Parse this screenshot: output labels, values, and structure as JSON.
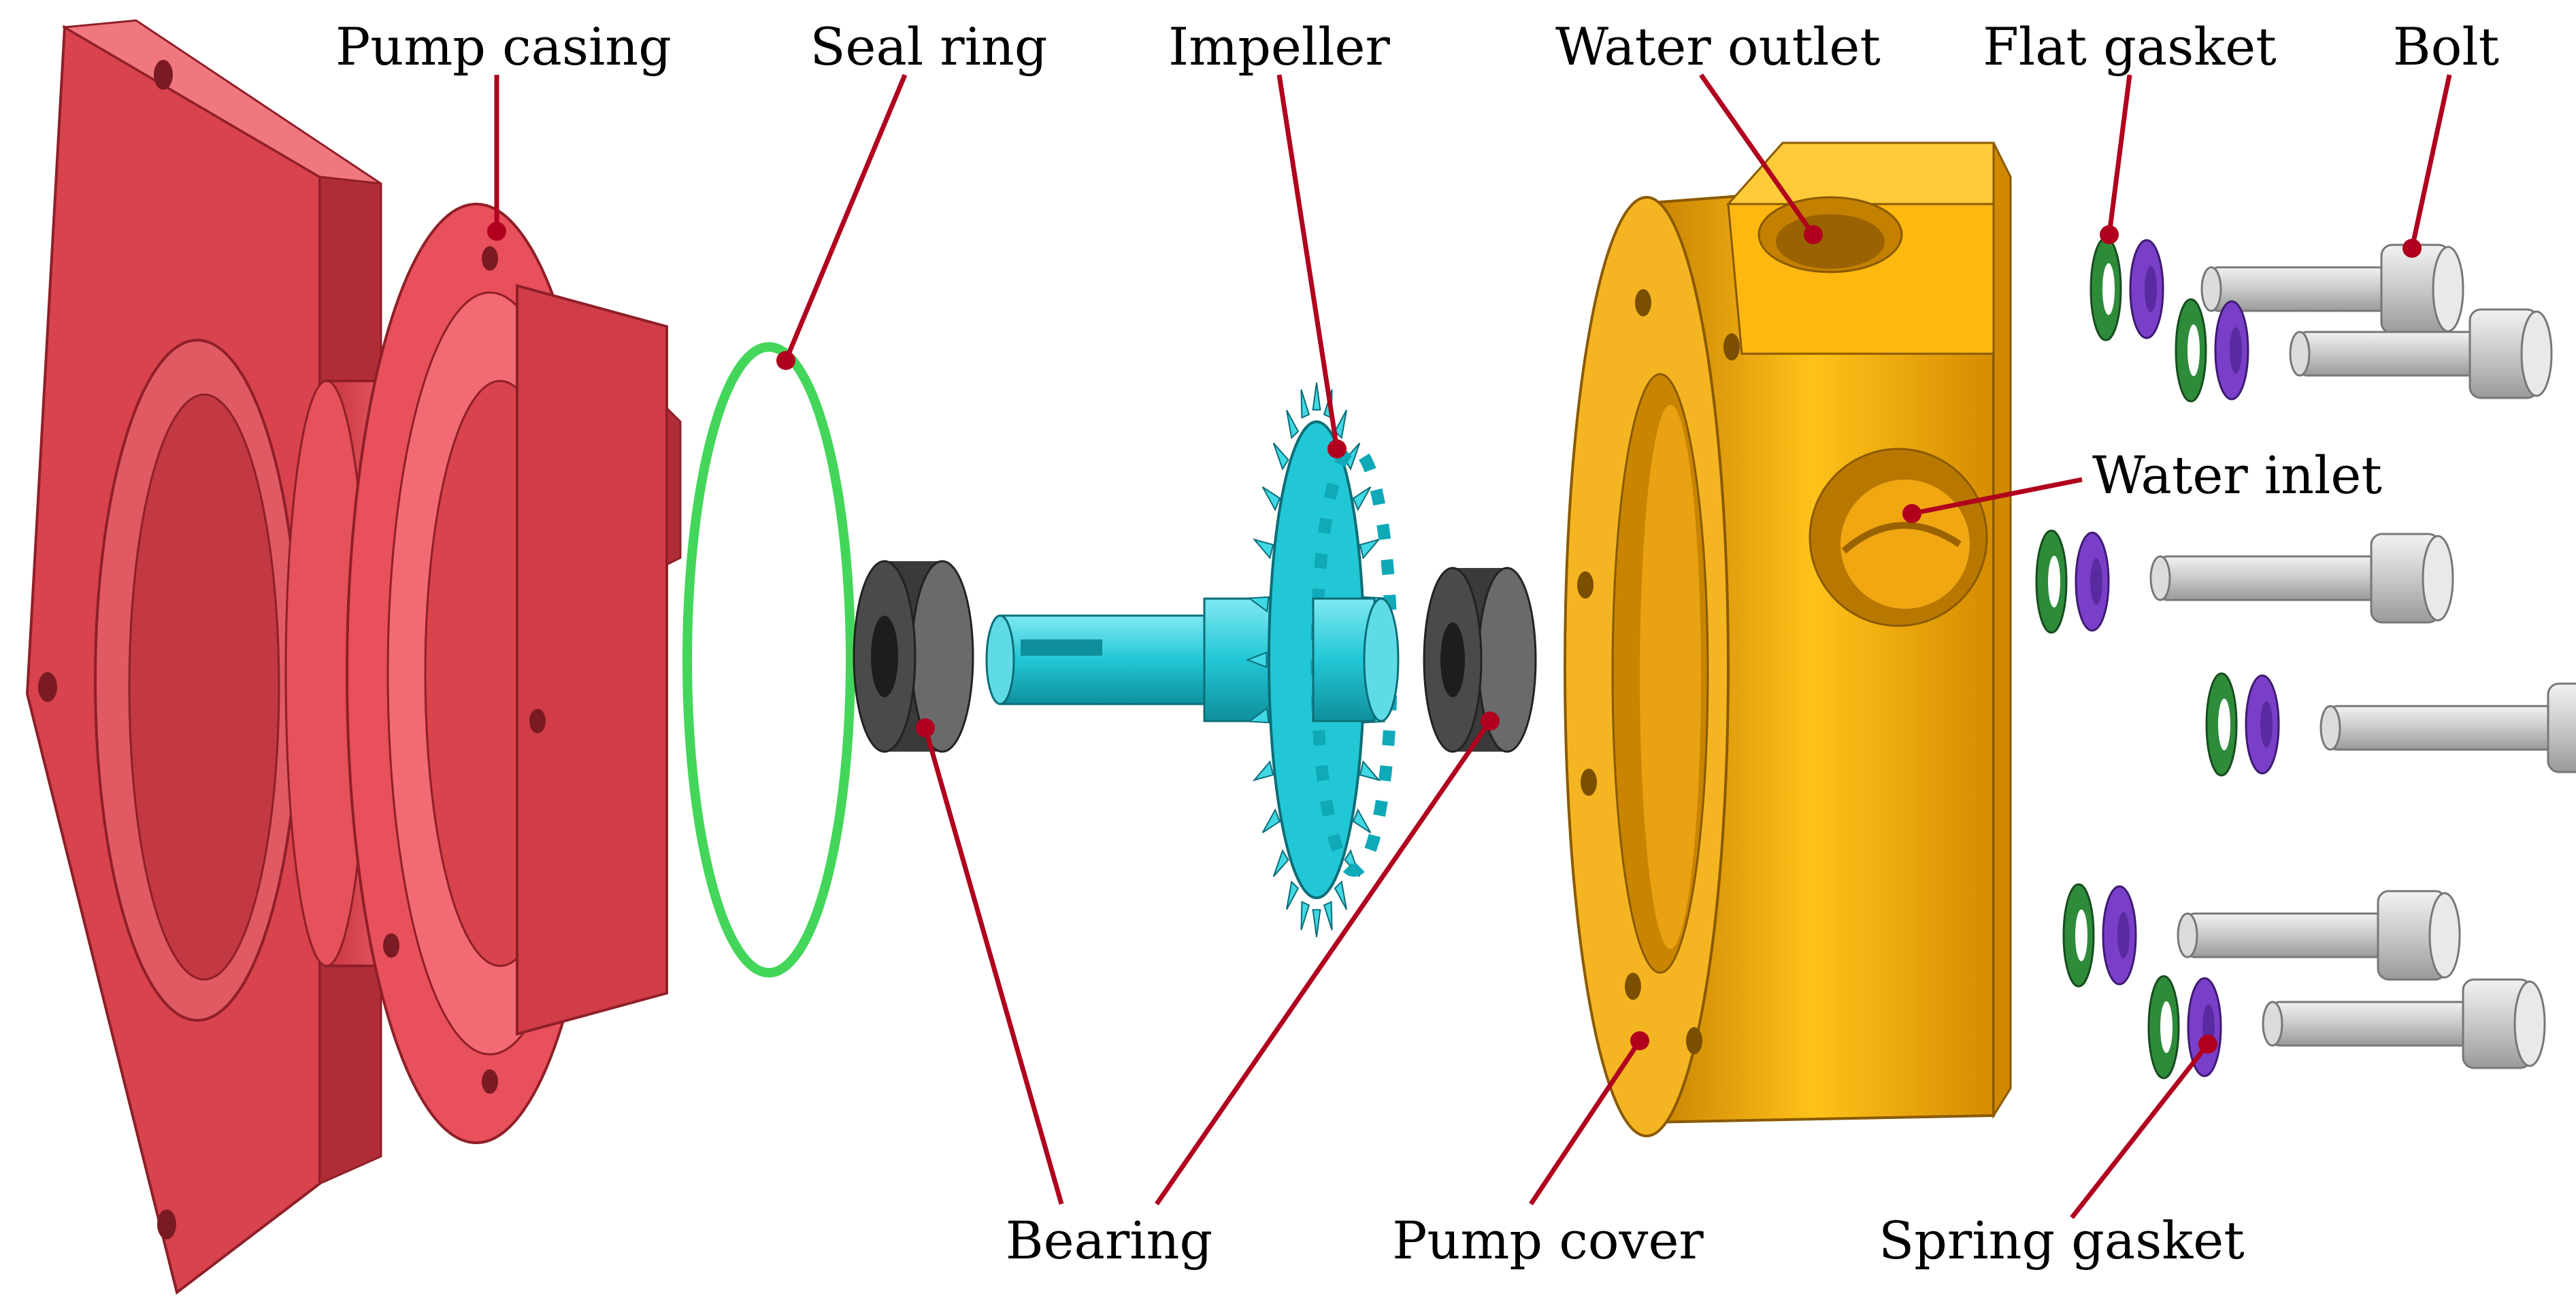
{
  "figure": {
    "labels": {
      "pump_casing": "Pump casing",
      "seal_ring": "Seal ring",
      "impeller": "Impeller",
      "water_outlet": "Water outlet",
      "flat_gasket": "Flat gasket",
      "bolt": "Bolt",
      "water_inlet": "Water inlet",
      "bearing": "Bearing",
      "pump_cover": "Pump cover",
      "spring_gasket": "Spring gasket"
    },
    "colors": {
      "pump_casing": "#e8505b",
      "seal_ring": "#43d65a",
      "bearing": "#4a4a4a",
      "impeller": "#22c7d6",
      "pump_cover": "#f0a712",
      "flat_gasket": "#2e8b3a",
      "spring_gasket": "#7a3fc8",
      "bolt": "#c9c9c9",
      "leader_line": "#b0001e"
    }
  }
}
